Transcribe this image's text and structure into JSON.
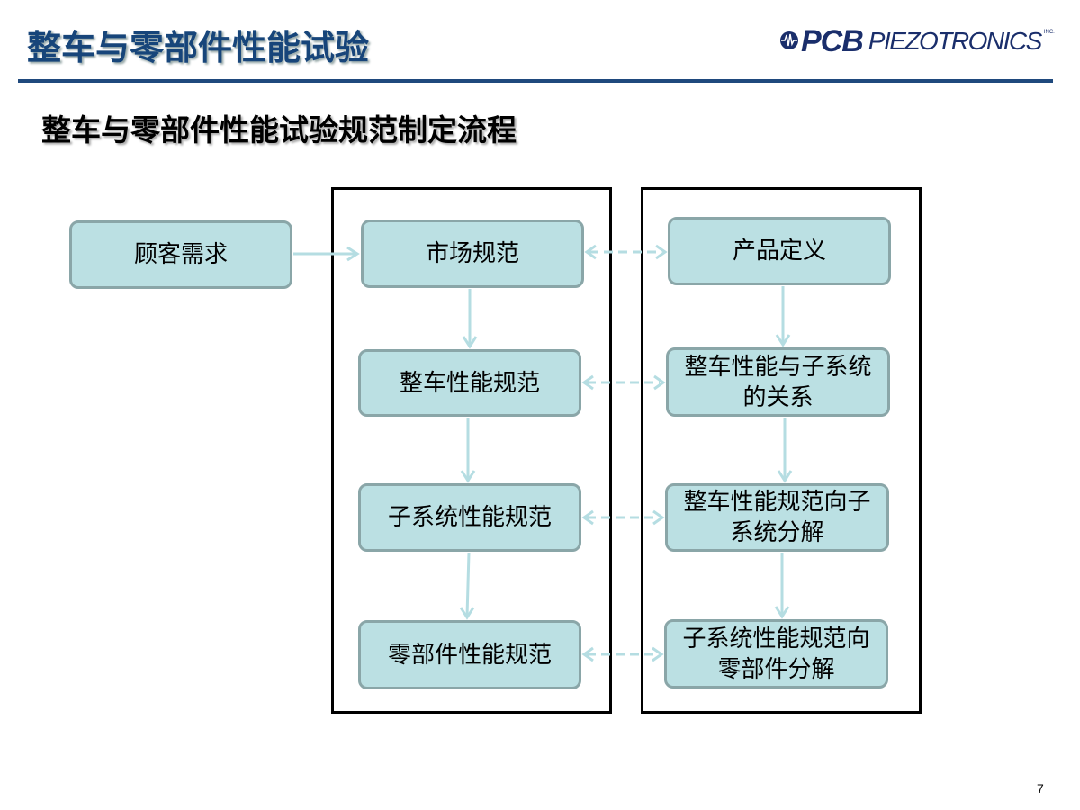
{
  "header": {
    "title": "整车与零部件性能试验",
    "logo_text": "PCB PIEZOTRONICS",
    "logo_main": "PCB",
    "logo_sub": "PIEZOTRONICS",
    "logo_inc": "INC."
  },
  "subtitle": "整车与零部件性能试验规范制定流程",
  "flow": {
    "customer": "顾客需求",
    "left": [
      "市场规范",
      "整车性能规范",
      "子系统性能规范",
      "零部件性能规范"
    ],
    "right": [
      "产品定义",
      "整车性能与子系统的关系",
      "整车性能规范向子系统分解",
      "子系统性能规范向零部件分解"
    ]
  },
  "colors": {
    "box_fill": "#bbe0e3",
    "box_border": "#8aa6a8",
    "arrow": "#b5dde2",
    "title": "#17457a",
    "rule": "#1f497d"
  },
  "page_number": "7"
}
